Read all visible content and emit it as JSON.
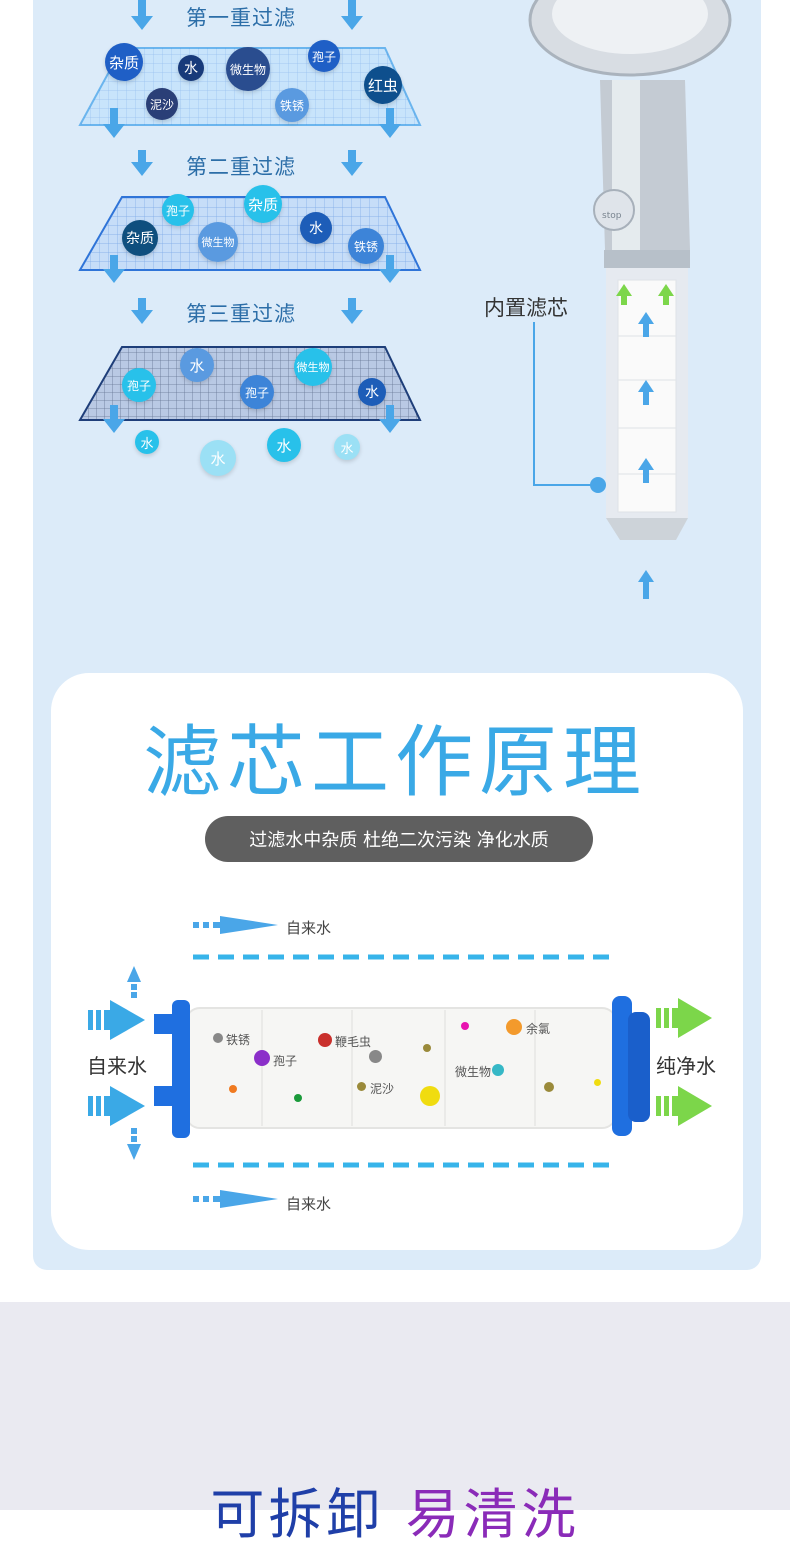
{
  "stages": [
    {
      "title": "第一重过滤"
    },
    {
      "title": "第二重过滤"
    },
    {
      "title": "第三重过滤"
    }
  ],
  "stage1_balls": [
    "杂质",
    "水",
    "微生物",
    "孢子",
    "红虫",
    "泥沙",
    "铁锈"
  ],
  "stage2_balls": [
    "孢子",
    "杂质",
    "水",
    "杂质",
    "微生物",
    "铁锈"
  ],
  "stage3_balls": [
    "水",
    "微生物",
    "孢子",
    "孢子",
    "水"
  ],
  "water_balls": [
    "水",
    "水",
    "水",
    "水"
  ],
  "shower": {
    "label": "内置滤芯",
    "button_text": "stop"
  },
  "principle": {
    "title": "滤芯工作原理",
    "subtitle": "过滤水中杂质 杜绝二次污染 净化水质",
    "tap_top": "自来水",
    "tap_bottom": "自来水",
    "inlet": "自来水",
    "outlet": "纯净水",
    "impurities": [
      "铁锈",
      "孢子",
      "鞭毛虫",
      "泥沙",
      "微生物",
      "余氯"
    ]
  },
  "bottom": {
    "title_part1": "可拆卸",
    "title_part2": "易清洗"
  },
  "colors": {
    "accent": "#3aa9e6",
    "panel": "#dcebf9",
    "arrow_green": "#7cd64a",
    "cap_blue": "#1f6fe0"
  }
}
